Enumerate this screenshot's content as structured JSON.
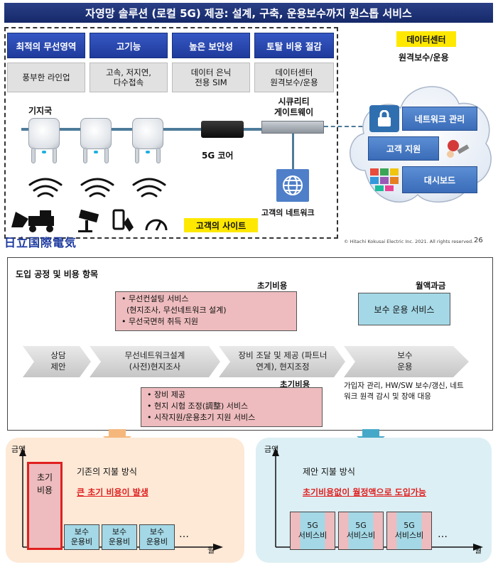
{
  "slide": {
    "title": "자영망 솔루션 (로컬 5G) 제공: 설계, 구축, 운용보수까지 원스톱 서비스",
    "features": [
      {
        "head": "최적의 무선영역",
        "sub": "풍부한 라인업"
      },
      {
        "head": "고기능",
        "sub": "고속, 저지연,\n다수접속"
      },
      {
        "head": "높은 보안성",
        "sub": "데이터 은닉\n전용 SIM"
      },
      {
        "head": "토탈 비용 절감",
        "sub": "데이터센터\n원격보수/운용"
      }
    ],
    "base_station_label": "기지국",
    "core_label": "5G 코어",
    "gateway_label": "시큐리티\n게이트웨이",
    "customer_network_label": "고객의 네트워크",
    "customer_site_label": "고객의 사이트",
    "datacenter_label": "데이터센터",
    "remote_label": "원격보수/운용",
    "cloud_items": [
      "네트워크 관리",
      "고객 지원",
      "대시보드"
    ],
    "logo_text": "日立国際電気",
    "copyright": "© Hitachi Kokusai Electric Inc. 2021. All rights reserved.",
    "page_number": "26",
    "colors": {
      "title_bg": "#1d3278",
      "feature_bg": "#2a4bb3",
      "highlight": "#ffe800"
    }
  },
  "process": {
    "heading": "도입 공정 및 비용 항목",
    "initial_cost_label": "초기비용",
    "monthly_label": "월액과금",
    "top_box_items": [
      "• 무선컨설팅 서비스",
      "  (현지조사, 무선네트워크 설계)",
      "• 무선국면허 취득 지원"
    ],
    "monthly_box": "보수 운용 서비스",
    "initial_cost_label_2": "초기비용",
    "bottom_box_items": [
      "• 장비 제공",
      "• 현지 시험 조정(調整) 서비스",
      "• 시작지원/운용초기 지원 서비스"
    ],
    "steps": [
      "상담\n제안",
      "무선네트워크설계\n(사전)현지조사",
      "장비 조달 및 제공 (파트너\n연계), 현지조정",
      "보수\n운용"
    ],
    "maintenance_note": "가입자 관리, HW/SW 보수/갱신, 네트\n워크 원격 감시 및 장애 대응"
  },
  "comparison": {
    "left": {
      "y_label": "금액",
      "x_label": "월",
      "title": "기존의 지불 방식",
      "highlight": "큰 초기 비용이 발생",
      "initial_bar": "초기\n비용",
      "bars": [
        "보수\n운용비",
        "보수\n운용비",
        "보수\n운용비"
      ],
      "ellipsis": "…"
    },
    "right": {
      "y_label": "금액",
      "x_label": "월",
      "title": "제안 지불 방식",
      "highlight": "초기비용없이 월정액으로 도입가능",
      "bars": [
        "5G\n서비스비",
        "5G\n서비스비",
        "5G\n서비스비"
      ],
      "ellipsis": "…"
    }
  }
}
